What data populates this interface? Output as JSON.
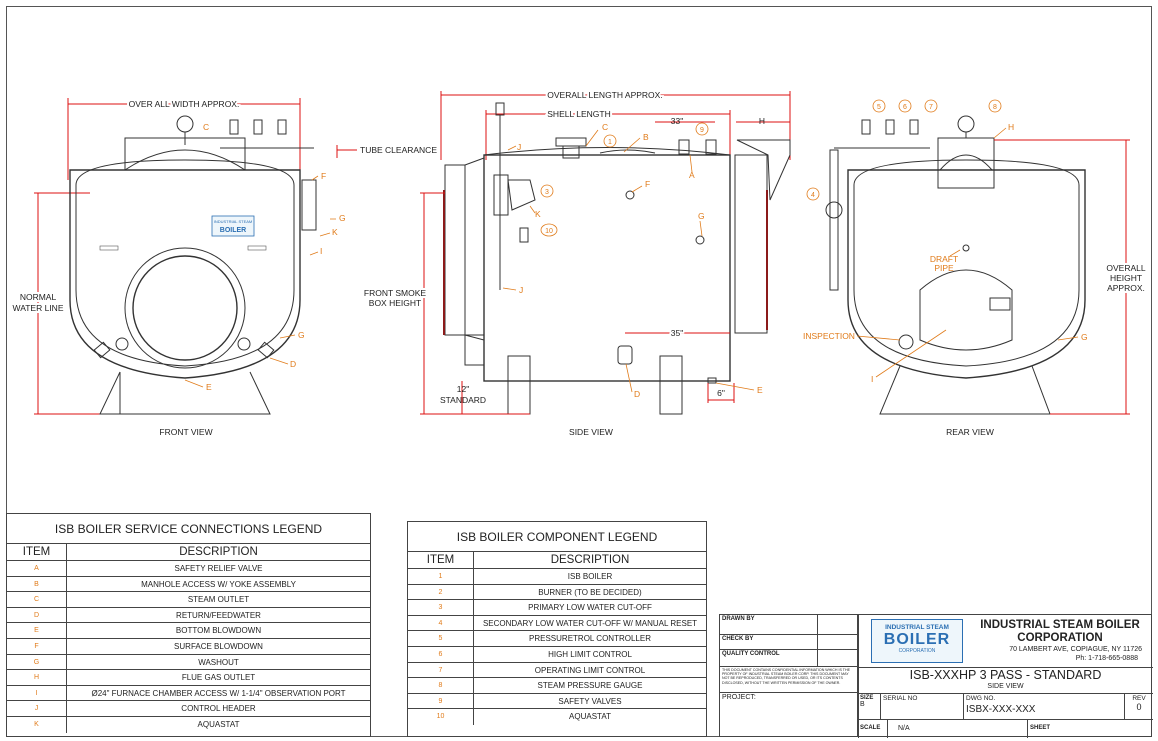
{
  "views": {
    "front": {
      "caption": "FRONT VIEW",
      "overall_width": "OVER ALL WIDTH APPROX.",
      "normal_water_line": [
        "NORMAL",
        "WATER LINE"
      ],
      "tube_clearance": "TUBE CLEARANCE",
      "letters": {
        "C": "C",
        "F": "F",
        "G": "G",
        "K": "K",
        "I": "I",
        "G2": "G",
        "D": "D",
        "E": "E"
      },
      "logo": {
        "line1": "INDUSTRIAL STEAM",
        "line2": "BOILER"
      }
    },
    "side": {
      "caption": "SIDE VIEW",
      "overall_length": "OVERALL LENGTH APPROX.",
      "shell_length": "SHELL LENGTH",
      "dim_33": "33\"",
      "dim_35": "35\"",
      "dim_h": "H",
      "front_smoke": [
        "FRONT SMOKE",
        "BOX HEIGHT"
      ],
      "standard_12": [
        "12\"",
        "STANDARD"
      ],
      "dim_6": "6\"",
      "letters": {
        "C": "C",
        "B": "B",
        "A": "A",
        "J": "J",
        "F": "F",
        "G": "G",
        "K": "K",
        "J2": "J",
        "D": "D",
        "E": "E"
      },
      "circles": {
        "one": "1",
        "nine": "9",
        "three": "3",
        "ten": "10"
      }
    },
    "rear": {
      "caption": "REAR VIEW",
      "overall_height": [
        "OVERALL",
        "HEIGHT",
        "APPROX."
      ],
      "draft_pipe": [
        "DRAFT",
        "PIPE"
      ],
      "inspection": "INSPECTION",
      "letters": {
        "H": "H",
        "G": "G",
        "I": "I"
      },
      "circles": {
        "five": "5",
        "six": "6",
        "seven": "7",
        "eight": "8",
        "four": "4"
      }
    }
  },
  "service_legend": {
    "title": "ISB BOILER SERVICE CONNECTIONS LEGEND",
    "headers": [
      "ITEM",
      "DESCRIPTION"
    ],
    "rows": [
      {
        "item": "A",
        "desc": "SAFETY RELIEF VALVE"
      },
      {
        "item": "B",
        "desc": "MANHOLE ACCESS W/ YOKE ASSEMBLY"
      },
      {
        "item": "C",
        "desc": "STEAM OUTLET"
      },
      {
        "item": "D",
        "desc": "RETURN/FEEDWATER"
      },
      {
        "item": "E",
        "desc": "BOTTOM BLOWDOWN"
      },
      {
        "item": "F",
        "desc": "SURFACE BLOWDOWN"
      },
      {
        "item": "G",
        "desc": "WASHOUT"
      },
      {
        "item": "H",
        "desc": "FLUE GAS OUTLET"
      },
      {
        "item": "I",
        "desc": "Ø24\" FURNACE CHAMBER ACCESS W/ 1-1/4\" OBSERVATION PORT"
      },
      {
        "item": "J",
        "desc": "CONTROL HEADER"
      },
      {
        "item": "K",
        "desc": "AQUASTAT"
      }
    ]
  },
  "component_legend": {
    "title": "ISB BOILER COMPONENT LEGEND",
    "headers": [
      "ITEM",
      "DESCRIPTION"
    ],
    "rows": [
      {
        "item": "1",
        "desc": "ISB BOILER"
      },
      {
        "item": "2",
        "desc": "BURNER (TO BE DECIDED)"
      },
      {
        "item": "3",
        "desc": "PRIMARY LOW WATER CUT-OFF"
      },
      {
        "item": "4",
        "desc": "SECONDARY LOW WATER CUT-OFF W/ MANUAL RESET"
      },
      {
        "item": "5",
        "desc": "PRESSURETROL CONTROLLER"
      },
      {
        "item": "6",
        "desc": "HIGH LIMIT CONTROL"
      },
      {
        "item": "7",
        "desc": "OPERATING LIMIT CONTROL"
      },
      {
        "item": "8",
        "desc": "STEAM PRESSURE GAUGE"
      },
      {
        "item": "9",
        "desc": "SAFETY VALVES"
      },
      {
        "item": "10",
        "desc": "AQUASTAT"
      }
    ]
  },
  "title_block": {
    "drawn_by": "DRAWN BY",
    "check_by": "CHECK BY",
    "quality_control": "QUALITY CONTROL",
    "confidential": "THIS DOCUMENT CONTAINS CONFIDENTIAL INFORMATION WHICH IS THE PROPERTY OF INDUSTRIAL STEAM BOILER CORP. THIS DOCUMENT MAY NOT BE REPRODUCED, TRANSFERRED OR USED, OR ITS CONTENTS DISCLOSED, WITHOUT THE WRITTEN PERMISSION OF THE OWNER.",
    "project": "PROJECT:",
    "logo_line1": "INDUSTRIAL STEAM",
    "logo_line2": "BOILER",
    "logo_line3": "CORPORATION",
    "company_line1": "INDUSTRIAL STEAM BOILER",
    "company_line2": "CORPORATION",
    "address": "70 LAMBERT AVE, COPIAGUE, NY 11726",
    "phone": "Ph: 1-718-665-0888",
    "drawing_title": "ISB-XXXHP 3 PASS - STANDARD",
    "drawing_subtitle": "SIDE VIEW",
    "size_label": "SIZE",
    "size_value": "B",
    "serial_label": "SERIAL NO",
    "dwg_label": "DWG NO.",
    "dwg_value": "ISBX-XXX-XXX",
    "rev_label": "REV",
    "rev_value": "0",
    "scale_label": "SCALE",
    "scale_value": "N/A",
    "sheet_label": "SHEET"
  },
  "colors": {
    "dimension": "#d11111",
    "callout": "#e07b1a",
    "line": "#333333",
    "logo_blue": "#2b6fb3",
    "logo_red": "#d11111"
  }
}
